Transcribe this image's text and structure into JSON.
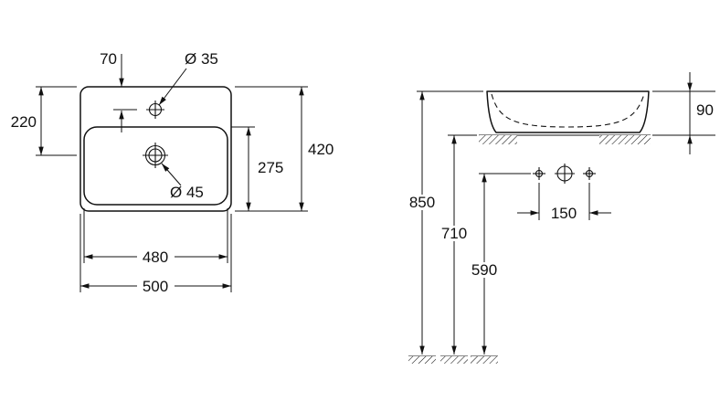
{
  "colors": {
    "line": "#111111",
    "background": "#ffffff"
  },
  "plan_view": {
    "tap_hole_setback": "70",
    "tap_hole_diameter": "Ø 35",
    "rear_to_drain_center": "220",
    "overall_depth": "420",
    "inner_depth": "275",
    "drain_diameter": "Ø 45",
    "bowl_width": "480",
    "overall_width": "500"
  },
  "front_view": {
    "basin_height": "90",
    "rim_height": "850",
    "mounting_height": "710",
    "fixing_holes_height": "590",
    "fixing_holes_spacing": "150"
  }
}
